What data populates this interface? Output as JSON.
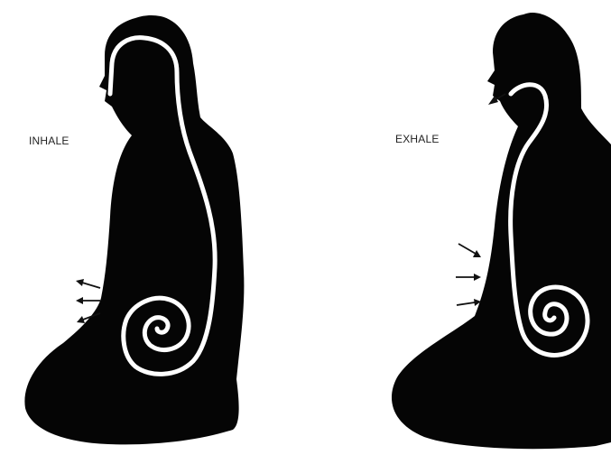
{
  "figures": {
    "inhale": {
      "label": "INHALE",
      "arrows_direction": "outward",
      "arrow_count": 3
    },
    "exhale": {
      "label": "EXHALE",
      "arrows_direction": "inward",
      "arrow_count": 3
    }
  },
  "colors": {
    "silhouette": "#050505",
    "breath_path": "#ffffff",
    "arrows": "#111111",
    "background": "#ffffff"
  }
}
